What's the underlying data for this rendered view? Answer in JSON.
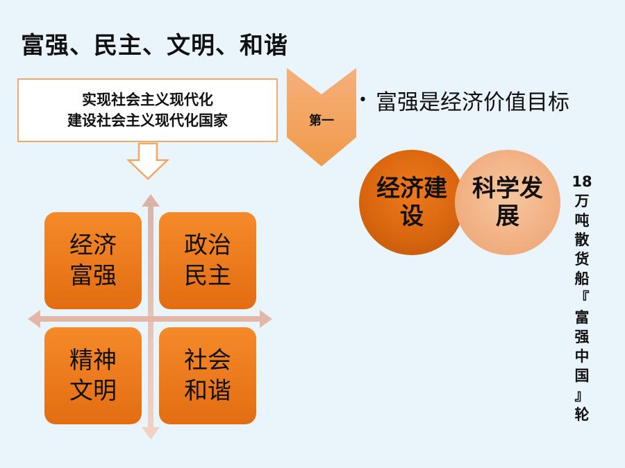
{
  "title": "富强、民主、文明、和谐",
  "callout": {
    "line1": "实现社会主义现代化",
    "line2": "建设社会主义现代化国家"
  },
  "chevron_label": "第一",
  "bullet": {
    "bold_part": "富强",
    "rest": "是经济价值目标"
  },
  "circles": [
    {
      "line1": "经济建",
      "line2": "设"
    },
    {
      "line1": "科学发",
      "line2": "展"
    }
  ],
  "vertical_text": [
    "18",
    "万",
    "吨",
    "散",
    "货",
    "船",
    "『",
    "富",
    "强",
    "中",
    "国",
    "』",
    "轮"
  ],
  "quadrants": [
    {
      "line1": "经济",
      "line2": "富强"
    },
    {
      "line1": "政治",
      "line2": "民主"
    },
    {
      "line1": "精神",
      "line2": "文明"
    },
    {
      "line1": "社会",
      "line2": "和谐"
    }
  ],
  "colors": {
    "background": "#eaf4fb",
    "orange": "#e8731a",
    "light_orange": "#f2b285",
    "border_orange": "#f2a766",
    "axis_pink": "#e3b7a8"
  }
}
